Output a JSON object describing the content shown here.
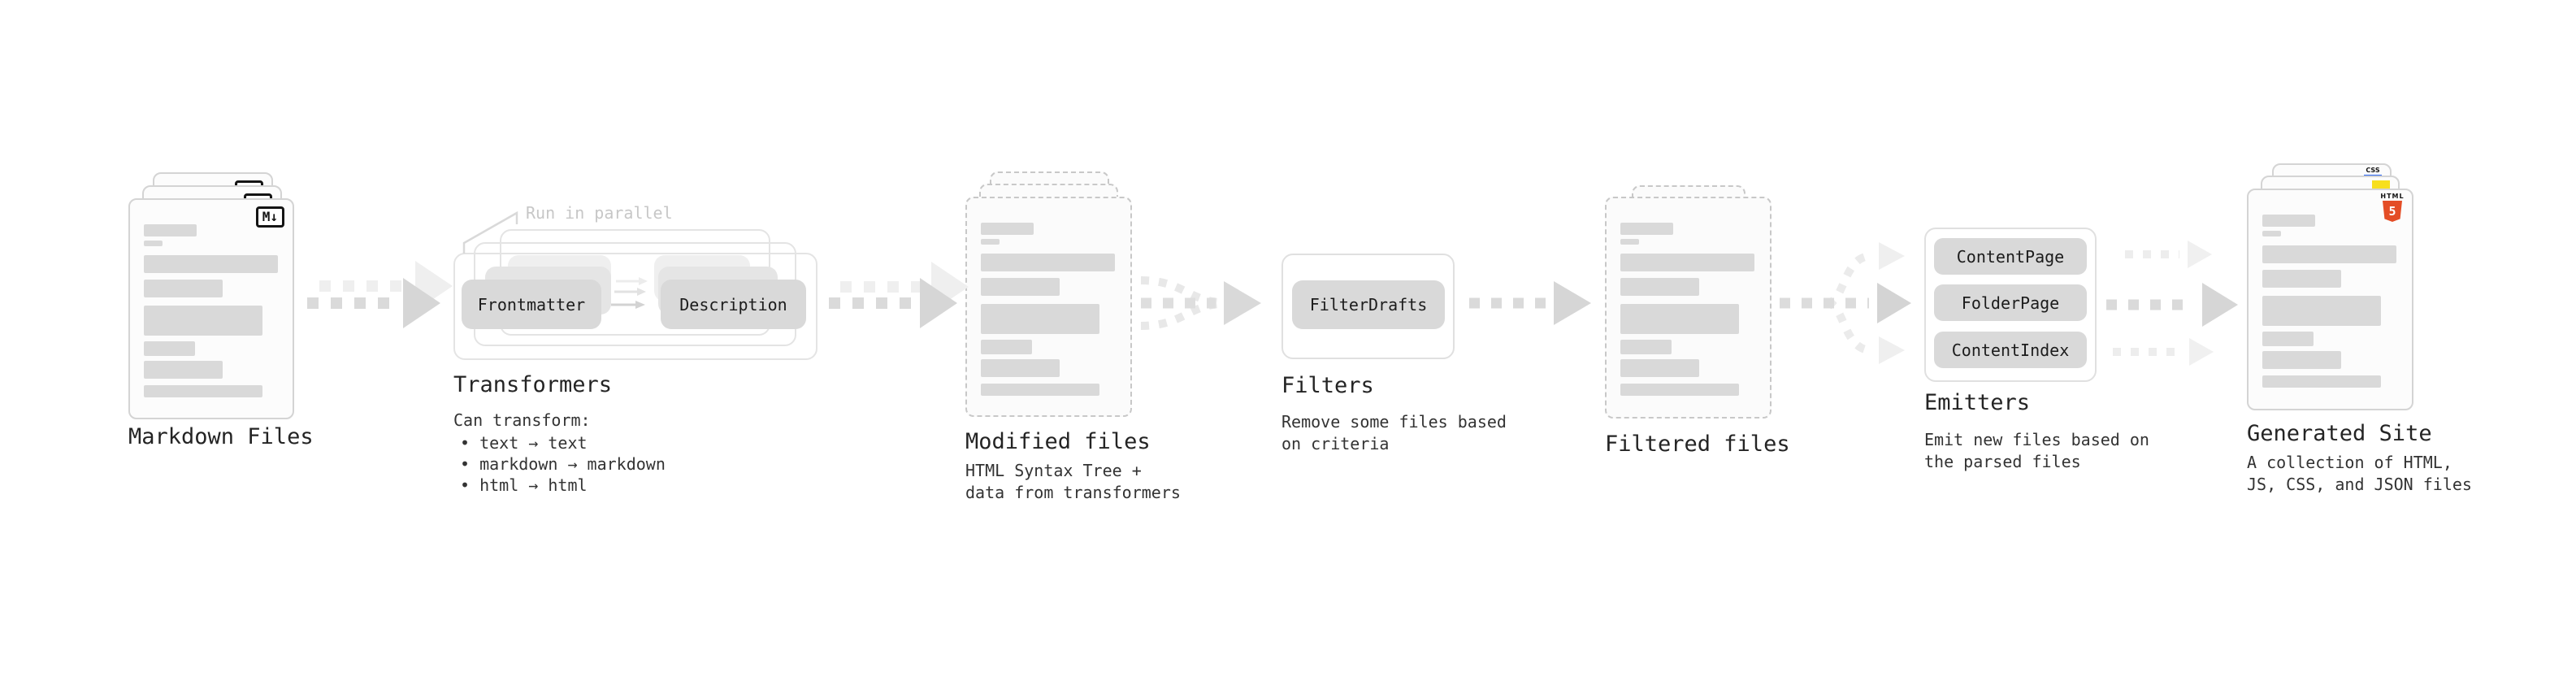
{
  "stages": [
    {
      "id": "markdown-files",
      "label": "Markdown Files"
    },
    {
      "id": "transformers",
      "label": "Transformers",
      "note": "Run in parallel",
      "pills": [
        "Frontmatter",
        "Description"
      ],
      "desc_title": "Can transform:",
      "bullets": [
        "• text → text",
        "• markdown → markdown",
        "• html → html"
      ]
    },
    {
      "id": "modified-files",
      "label": "Modified files",
      "desc_lines": [
        "HTML Syntax Tree +",
        "data from transformers"
      ]
    },
    {
      "id": "filters",
      "label": "Filters",
      "pills": [
        "FilterDrafts"
      ],
      "desc_lines": [
        "Remove some files based",
        "on criteria"
      ]
    },
    {
      "id": "filtered-files",
      "label": "Filtered files"
    },
    {
      "id": "emitters",
      "label": "Emitters",
      "pills": [
        "ContentPage",
        "FolderPage",
        "ContentIndex"
      ],
      "desc_lines": [
        "Emit new files based on",
        "the parsed files"
      ]
    },
    {
      "id": "generated-site",
      "label": "Generated Site",
      "desc_lines": [
        "A collection of HTML,",
        "JS, CSS, and JSON files"
      ]
    }
  ],
  "badges": {
    "markdown": "M↓",
    "html": "HTML",
    "html_number": "5",
    "css": "CSS"
  },
  "colors": {
    "html5_orange": "#e44d26",
    "js_yellow": "#f7df1e",
    "css_blue": "#2965f1",
    "arrow_gray": "#d9d9d9",
    "bar_gray": "#d9d9d9"
  }
}
